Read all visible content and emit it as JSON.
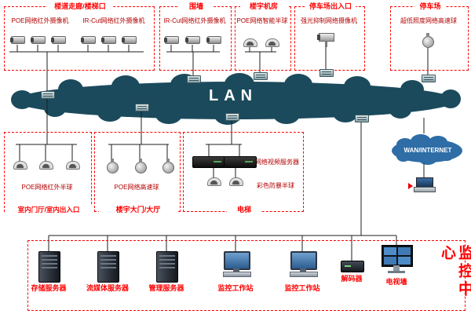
{
  "colors": {
    "lan_cloud": "#1b4a5c",
    "wan_cloud": "#2e6da6",
    "group_border": "#ff0000",
    "title_red": "#ff0000",
    "label_red": "#b30000"
  },
  "lan": {
    "label": "LAN"
  },
  "wan": {
    "label": "WAN/INTERNET"
  },
  "top_groups": [
    {
      "title": "楼道走廊/楼梯口",
      "device_labels": [
        "POE网络红外摄像机",
        "IR-Cut网络红外摄像机"
      ]
    },
    {
      "title": "围墙",
      "device_labels": [
        "IR-Cut网络红外摄像机"
      ]
    },
    {
      "title": "楼宇机房",
      "device_labels": [
        "POE网络智能半球"
      ]
    },
    {
      "title": "停车场出入口",
      "device_labels": [
        "强光抑制网络摄像机"
      ]
    },
    {
      "title": "停车场",
      "device_labels": [
        "超低照度网络高速球"
      ]
    }
  ],
  "mid_groups": [
    {
      "title": "室内门厅/室内出入口",
      "device_labels": [
        "POE网络红外半球"
      ]
    },
    {
      "title": "楼宇大门/大厅",
      "device_labels": [
        "POE网络高速球"
      ]
    },
    {
      "title": "电梯",
      "device_labels": [
        "网络视频服务器",
        "彩色防暴半球"
      ]
    }
  ],
  "control_center": {
    "title": "监控中心",
    "devices": [
      "存储服务器",
      "流媒体服务器",
      "管理服务器",
      "监控工作站",
      "监控工作站",
      "解码器",
      "电视墙"
    ]
  }
}
